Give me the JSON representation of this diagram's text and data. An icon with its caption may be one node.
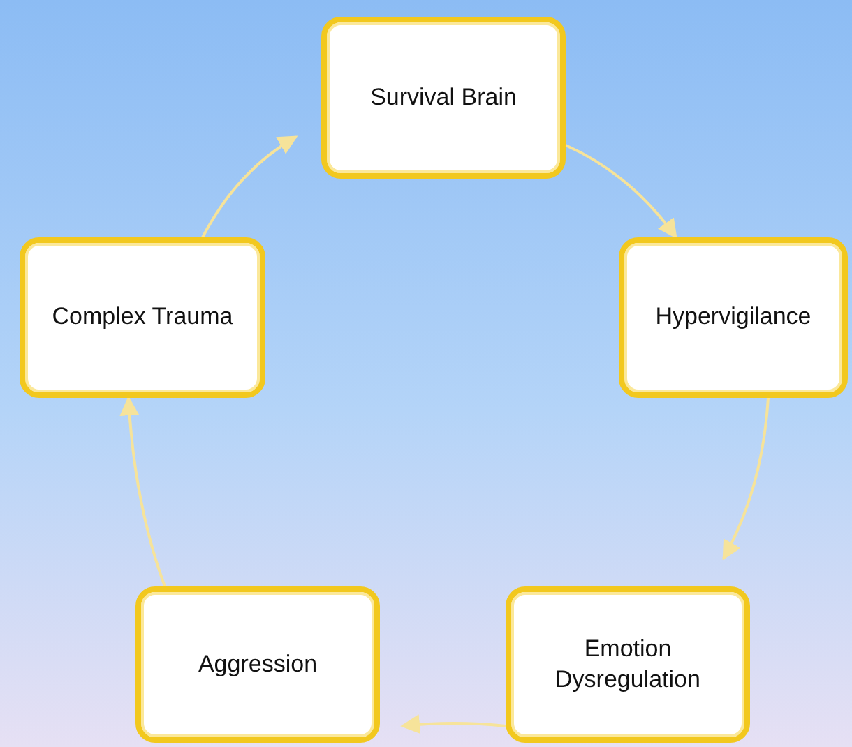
{
  "diagram": {
    "nodes": [
      {
        "text": [
          "Survival Brain"
        ]
      },
      {
        "text": [
          "Hypervigilance"
        ]
      },
      {
        "text": [
          "Emotion Dysregulation"
        ]
      },
      {
        "text": [
          "Aggression"
        ]
      },
      {
        "text": [
          "Complex Trauma"
        ]
      }
    ],
    "edges": [
      {
        "from": 0,
        "to": 1,
        "arrow": "to"
      },
      {
        "from": 1,
        "to": 2,
        "arrow": "to"
      },
      {
        "from": 2,
        "to": 3,
        "arrow": "to"
      },
      {
        "from": 3,
        "to": 4,
        "arrow": "to"
      },
      {
        "from": 4,
        "to": 0,
        "arrow": "to"
      }
    ]
  }
}
